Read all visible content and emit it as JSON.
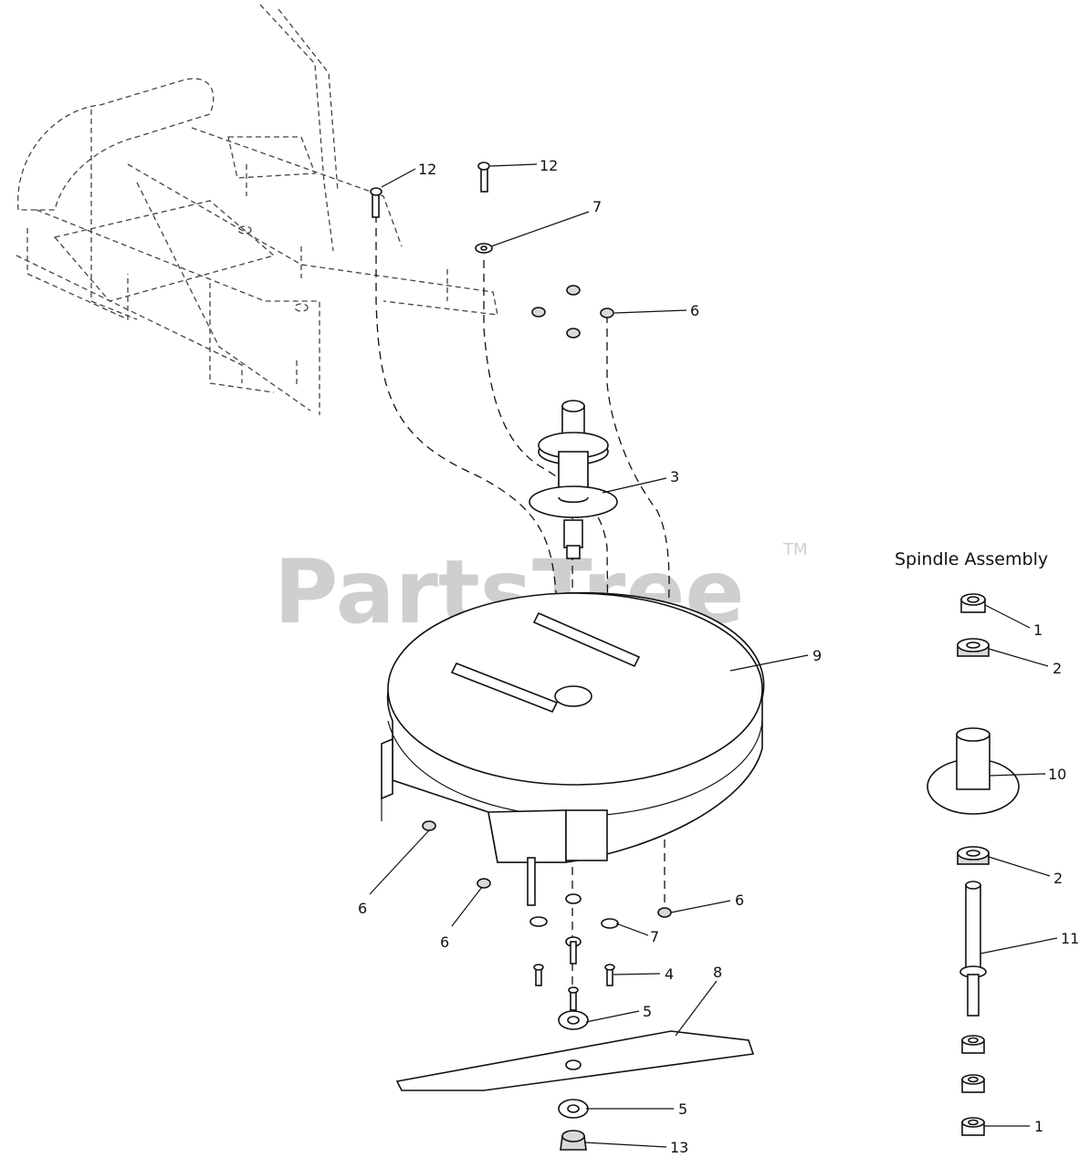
{
  "watermark": {
    "text": "PartsTree",
    "mark": "TM"
  },
  "assembly": {
    "title": "Spindle Assembly"
  },
  "callouts": {
    "c12a": "12",
    "c12b": "12",
    "c7a": "7",
    "c6a": "6",
    "c3": "3",
    "c9": "9",
    "c6b": "6",
    "c6c": "6",
    "c6d": "6",
    "c7b": "7",
    "c4": "4",
    "c8": "8",
    "c5a": "5",
    "c5b": "5",
    "c13": "13",
    "s1a": "1",
    "s2a": "2",
    "s10": "10",
    "s2b": "2",
    "s11": "11",
    "s1b": "1"
  }
}
